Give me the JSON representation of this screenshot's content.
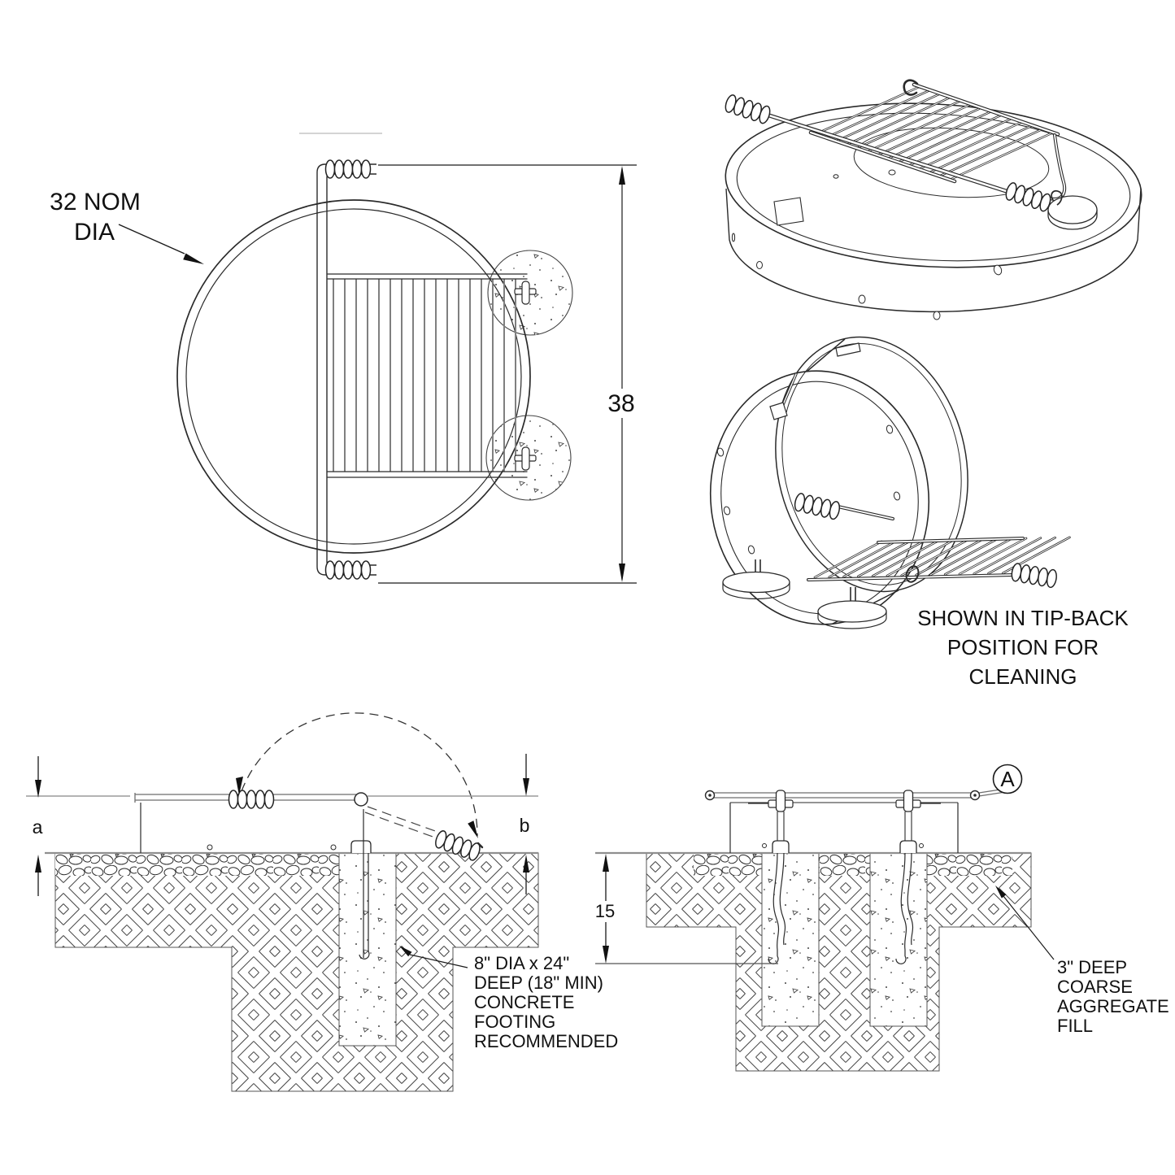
{
  "page": {
    "background": "#ffffff",
    "line_color": "#2a2a2a",
    "construction_line_color": "#9a9a9a"
  },
  "top_view": {
    "diameter_label_line1": "32 NOM",
    "diameter_label_line2": "DIA",
    "height_dimension": "38"
  },
  "tip_back_view": {
    "caption_line1": "SHOWN IN TIP-BACK",
    "caption_line2": "POSITION FOR",
    "caption_line3": "CLEANING"
  },
  "section_view_left": {
    "above_grade_left_label": "a",
    "above_grade_right_label": "b",
    "footing_note": {
      "line1": "8\" DIA x 24\"",
      "line2": "DEEP (18\" MIN)",
      "line3": "CONCRETE",
      "line4": "FOOTING",
      "line5": "RECOMMENDED"
    }
  },
  "section_view_right": {
    "detail_marker": "A",
    "embed_depth_dimension": "15",
    "aggregate_note": {
      "line1": "3\" DEEP",
      "line2": "COARSE",
      "line3": "AGGREGATE",
      "line4": "FILL"
    }
  }
}
